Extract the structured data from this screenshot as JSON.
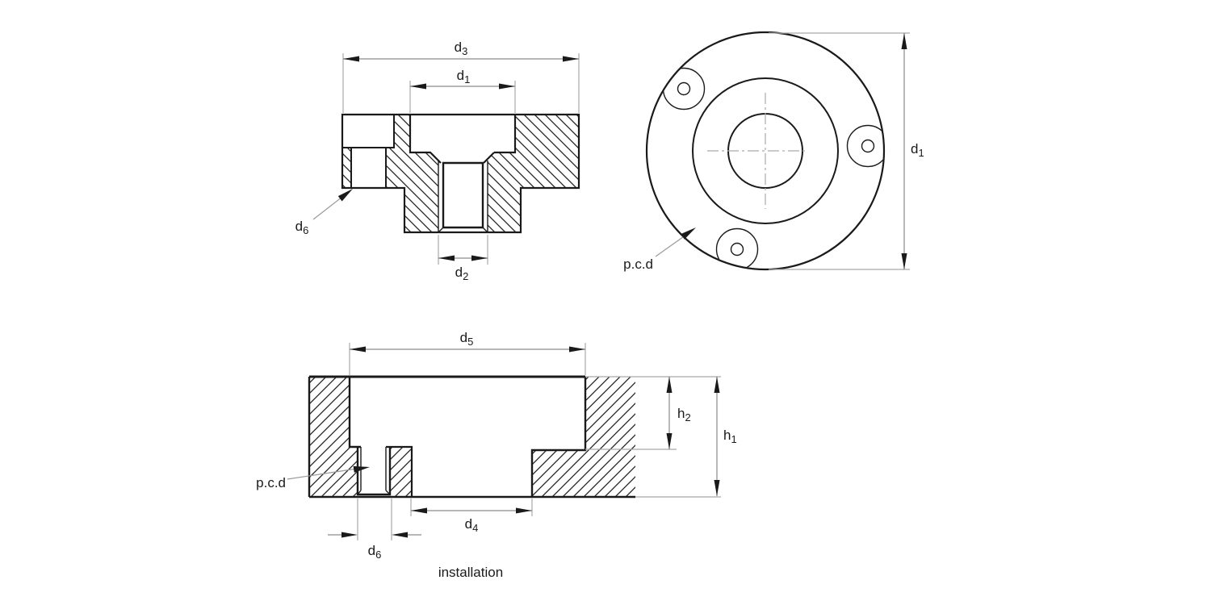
{
  "drawing": {
    "background": "#ffffff",
    "line_color": "#1a1a1a",
    "dim_line_color": "#8c8c8c",
    "hatch_color": "#222222"
  },
  "labels": {
    "section": {
      "d3": {
        "base": "d",
        "sub": "3"
      },
      "d1": {
        "base": "d",
        "sub": "1"
      },
      "d2": {
        "base": "d",
        "sub": "2"
      },
      "d6": {
        "base": "d",
        "sub": "6"
      }
    },
    "front": {
      "d1": {
        "base": "d",
        "sub": "1"
      },
      "pcd": "p.c.d"
    },
    "installation": {
      "d5": {
        "base": "d",
        "sub": "5"
      },
      "h2": {
        "base": "h",
        "sub": "2"
      },
      "h1": {
        "base": "h",
        "sub": "1"
      },
      "d4": {
        "base": "d",
        "sub": "4"
      },
      "d6": {
        "base": "d",
        "sub": "6"
      },
      "pcd": "p.c.d",
      "caption": "installation"
    }
  }
}
